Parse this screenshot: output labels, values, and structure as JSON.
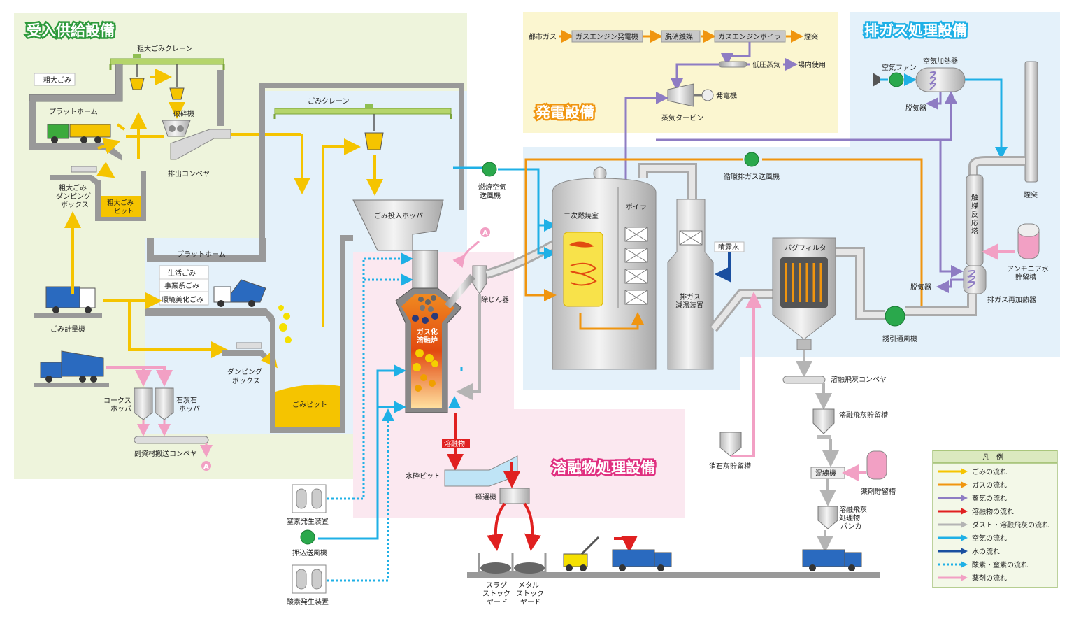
{
  "sections": {
    "reception": "受入供給設備",
    "power": "発電設備",
    "exhaust": "排ガス処理設備",
    "melt": "溶融物処理設備"
  },
  "power_chain": {
    "city_gas": "都市ガス",
    "gas_engine": "ガスエンジン発電機",
    "denitration": "脱硝触媒",
    "engine_boiler": "ガスエンジンボイラ",
    "stack": "煙突",
    "low_pressure_steam": "低圧蒸気",
    "onsite_use": "場内使用",
    "generator": "発電機",
    "steam_turbine": "蒸気タービン"
  },
  "reception": {
    "bulky_crane": "粗大ごみクレーン",
    "bulky_waste": "粗大ごみ",
    "platform1": "プラットホーム",
    "crusher": "破砕機",
    "discharge_conveyor": "排出コンベヤ",
    "bulky_dumping_box": [
      "粗大ごみ",
      "ダンピング",
      "ボックス"
    ],
    "bulky_pit": [
      "粗大ごみ",
      "ピット"
    ],
    "waste_crane": "ごみクレーン",
    "hopper": "ごみ投入ホッパ",
    "platform2": "プラットホーム",
    "waste_types": [
      "生活ごみ",
      "事業系ごみ",
      "環境美化ごみ"
    ],
    "scale": "ごみ計量機",
    "dumping_box": [
      "ダンピング",
      "ボックス"
    ],
    "waste_pit": "ごみピット",
    "coke_hopper": [
      "コークス",
      "ホッパ"
    ],
    "lime_hopper": [
      "石灰石",
      "ホッパ"
    ],
    "sub_conveyor": "副資材搬送コンベヤ",
    "marker_a": "A"
  },
  "furnace": {
    "name": [
      "ガス化",
      "溶融炉"
    ],
    "dust_remover": "除じん器",
    "combustion_fan": [
      "燃焼空気",
      "送風機"
    ],
    "nitrogen": "窒素発生装置",
    "push_fan": "押込送風機",
    "oxygen": "酸素発生装置"
  },
  "melt": {
    "molten": "溶融物",
    "water_pit": "水砕ピット",
    "magnetic": "磁選機",
    "slag": [
      "スラグ",
      "ストック",
      "ヤード"
    ],
    "metal": [
      "メタル",
      "ストック",
      "ヤード"
    ]
  },
  "boiler": {
    "secondary_chamber": "二次燃焼室",
    "boiler": "ボイラ",
    "recirc_fan": "循環排ガス送風機",
    "spray_water": "噴霧水",
    "gas_cooler": [
      "排ガス",
      "減温装置"
    ],
    "bag_filter": "バグフィルタ",
    "induced_fan": "誘引通風機",
    "lime_silo": "消石灰貯留槽",
    "fly_ash_conveyor": "溶融飛灰コンベヤ",
    "fly_ash_silo": "溶融飛灰貯留槽",
    "kneader": "混練機",
    "chemical_silo": "薬剤貯留槽",
    "treated_bunker": [
      "溶融飛灰",
      "処理物",
      "バンカ"
    ]
  },
  "exhaust": {
    "air_fan": "空気ファン",
    "air_heater": "空気加熱器",
    "denox1": "脱気器",
    "stack": "煙突",
    "catalyst_tower": [
      "触",
      "媒",
      "反",
      "応",
      "塔"
    ],
    "ammonia": [
      "アンモニア水",
      "貯留槽"
    ],
    "denox2": "脱気器",
    "reheater": "排ガス再加熱器"
  },
  "legend": {
    "title": "凡　例",
    "items": [
      {
        "label": "ごみの流れ",
        "color": "#f5c400",
        "style": "solid"
      },
      {
        "label": "ガスの流れ",
        "color": "#f0950f",
        "style": "solid"
      },
      {
        "label": "蒸気の流れ",
        "color": "#8e7cc3",
        "style": "solid"
      },
      {
        "label": "溶融物の流れ",
        "color": "#e02020",
        "style": "solid"
      },
      {
        "label": "ダスト・溶融飛灰の流れ",
        "color": "#b4b4b4",
        "style": "solid"
      },
      {
        "label": "空気の流れ",
        "color": "#1fb0e6",
        "style": "solid"
      },
      {
        "label": "水の流れ",
        "color": "#1a4fa0",
        "style": "solid"
      },
      {
        "label": "酸素・窒素の流れ",
        "color": "#1fb0e6",
        "style": "dotted"
      },
      {
        "label": "薬剤の流れ",
        "color": "#f2a0c4",
        "style": "solid"
      }
    ]
  }
}
